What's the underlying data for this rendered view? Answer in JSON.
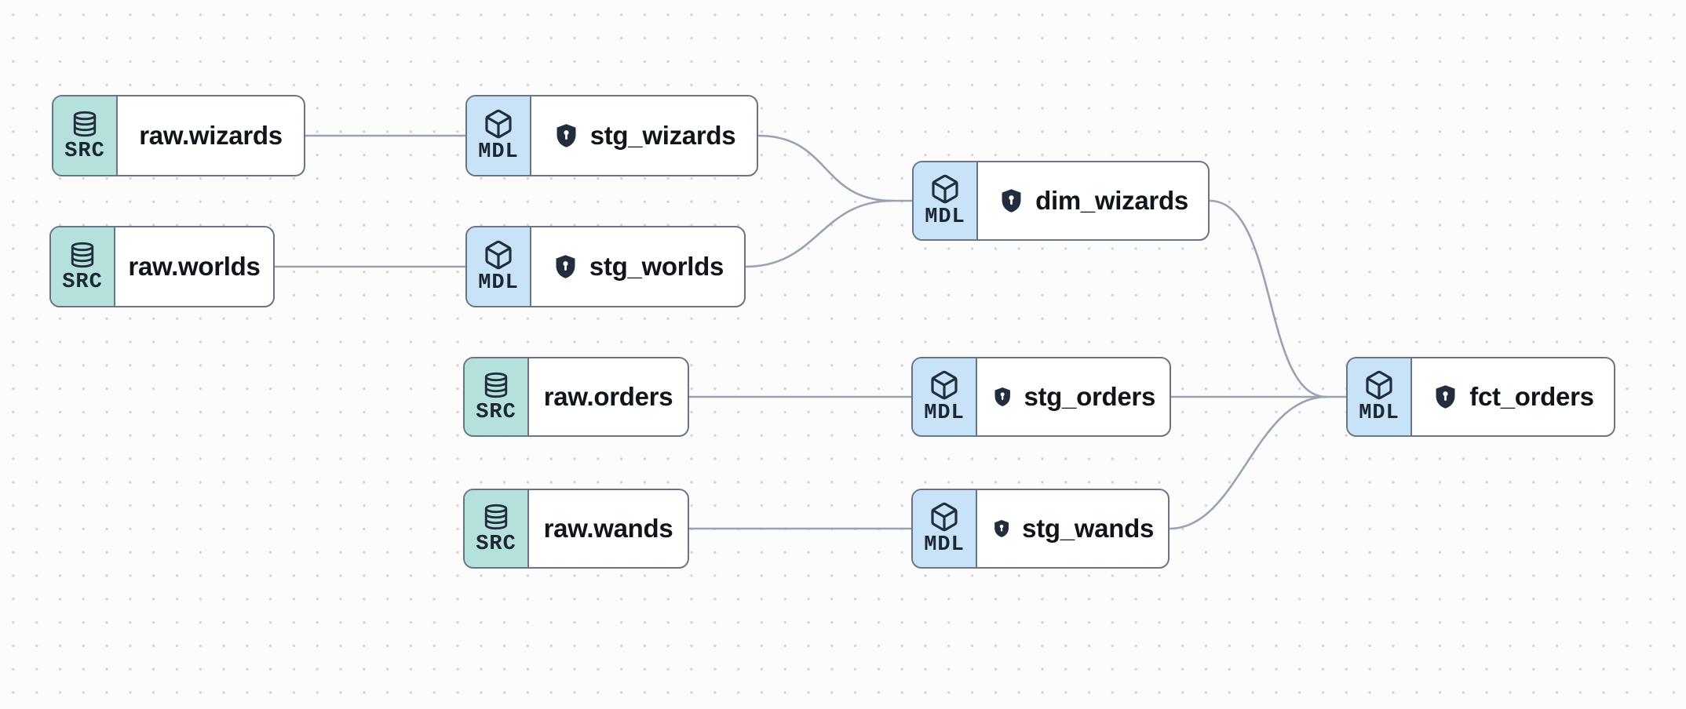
{
  "canvas": {
    "kind": "data-lineage-graph",
    "background": "#fcfcfd",
    "grid_dot_color": "#d4d4d8"
  },
  "colors": {
    "source_badge_bg": "#b5e1dc",
    "model_badge_bg": "#c8e2f8",
    "node_border": "#6a7487",
    "edge": "#99a2b3",
    "shield_icon": "#222d3d",
    "title_text": "#10151c"
  },
  "nodes": [
    {
      "id": "raw.wizards",
      "label": "raw.wizards",
      "type": "source",
      "badge": "SRC",
      "icon": "database",
      "shielded": false
    },
    {
      "id": "raw.worlds",
      "label": "raw.worlds",
      "type": "source",
      "badge": "SRC",
      "icon": "database",
      "shielded": false
    },
    {
      "id": "raw.orders",
      "label": "raw.orders",
      "type": "source",
      "badge": "SRC",
      "icon": "database",
      "shielded": false
    },
    {
      "id": "raw.wands",
      "label": "raw.wands",
      "type": "source",
      "badge": "SRC",
      "icon": "database",
      "shielded": false
    },
    {
      "id": "stg_wizards",
      "label": "stg_wizards",
      "type": "model",
      "badge": "MDL",
      "icon": "cube",
      "shielded": true
    },
    {
      "id": "stg_worlds",
      "label": "stg_worlds",
      "type": "model",
      "badge": "MDL",
      "icon": "cube",
      "shielded": true
    },
    {
      "id": "stg_orders",
      "label": "stg_orders",
      "type": "model",
      "badge": "MDL",
      "icon": "cube",
      "shielded": true
    },
    {
      "id": "stg_wands",
      "label": "stg_wands",
      "type": "model",
      "badge": "MDL",
      "icon": "cube",
      "shielded": true
    },
    {
      "id": "dim_wizards",
      "label": "dim_wizards",
      "type": "model",
      "badge": "MDL",
      "icon": "cube",
      "shielded": true
    },
    {
      "id": "fct_orders",
      "label": "fct_orders",
      "type": "model",
      "badge": "MDL",
      "icon": "cube",
      "shielded": true
    }
  ],
  "edges": [
    {
      "from": "raw.wizards",
      "to": "stg_wizards"
    },
    {
      "from": "raw.worlds",
      "to": "stg_worlds"
    },
    {
      "from": "raw.orders",
      "to": "stg_orders"
    },
    {
      "from": "raw.wands",
      "to": "stg_wands"
    },
    {
      "from": "stg_wizards",
      "to": "dim_wizards"
    },
    {
      "from": "stg_worlds",
      "to": "dim_wizards"
    },
    {
      "from": "dim_wizards",
      "to": "fct_orders"
    },
    {
      "from": "stg_orders",
      "to": "fct_orders"
    },
    {
      "from": "stg_wands",
      "to": "fct_orders"
    }
  ]
}
